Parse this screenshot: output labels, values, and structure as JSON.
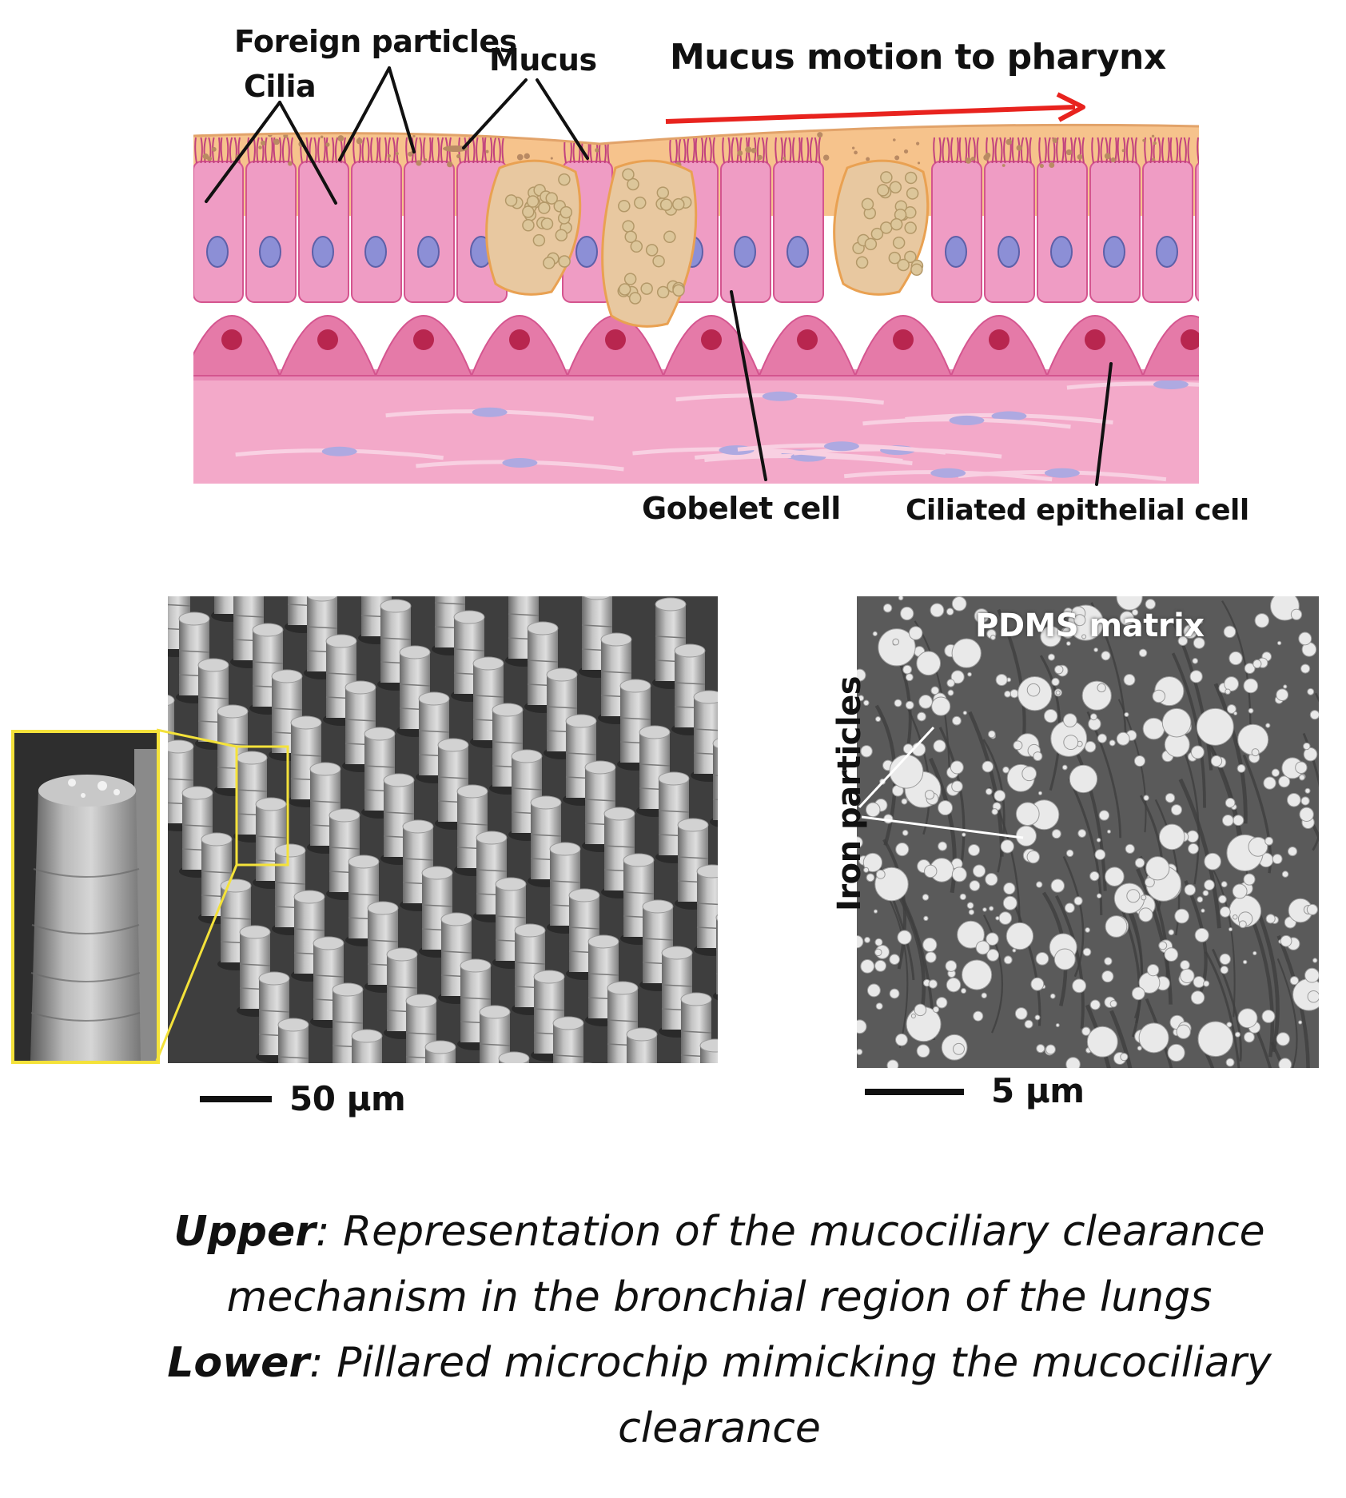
{
  "diagram": {
    "labels": {
      "foreign_particles": "Foreign particles",
      "cilia": "Cilia",
      "mucus": "Mucus",
      "mucus_motion": "Mucus motion to pharynx",
      "goblet_cell": "Gobelet cell",
      "ciliated_cell": "Ciliated epithelial cell"
    },
    "colors": {
      "mucus": "#f6c38c",
      "cell": "#ef9cc4",
      "cell_outline": "#d4558f",
      "nucleus": "#8c8fd6",
      "basal_nucleus": "#b8264f",
      "goblet": "#e8c8a0",
      "arrow": "#e8231e"
    }
  },
  "sem_pillars": {
    "scale_label": "50 µm",
    "inset_color": "#f4e23a"
  },
  "sem_particles": {
    "matrix_label": "PDMS matrix",
    "particles_label": "Iron particles",
    "scale_label": "5 µm"
  },
  "caption": {
    "upper_key": "Upper",
    "upper_text": ": Representation of the mucociliary clearance",
    "upper_text2": "mechanism in the bronchial region of the lungs",
    "lower_key": "Lower",
    "lower_text": ": Pillared microchip mimicking the mucociliary",
    "lower_text2": "clearance"
  }
}
